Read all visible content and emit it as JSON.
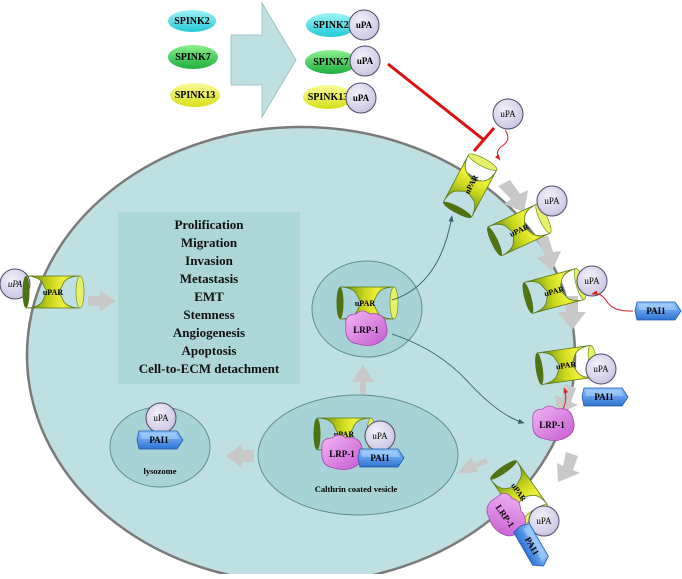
{
  "top_row": {
    "spink_free": [
      "SPINK2",
      "SPINK7",
      "SPINK13"
    ],
    "spink_bound": [
      {
        "spink": "SPINK2",
        "partner": "uPA"
      },
      {
        "spink": "SPINK7",
        "partner": "uPA"
      },
      {
        "spink": "SPINK13",
        "partner": "uPA"
      }
    ]
  },
  "labels": {
    "upa": "uPA",
    "upar": "uPAR",
    "lrp1": "LRP-1",
    "pai1": "PAI1"
  },
  "effects": [
    "Prolification",
    "Migration",
    "Invasion",
    "Metastasis",
    "EMT",
    "Stemness",
    "Angiogenesis",
    "Apoptosis",
    "Cell-to-ECM detachment"
  ],
  "compartments": {
    "lysozome": "lysozome",
    "vesicle": "Calthrin coated vesicle"
  },
  "colors": {
    "cell": "#bfe0e2",
    "vesicle": "#a7d3d6",
    "upar_yellow": "#e8e820",
    "upar_green": "#6fa81e",
    "upa_fill": "#dcd6ee",
    "lrp_pink": "#e27ae6",
    "pai_blue": "#4a8fe0",
    "inhibit_red": "#e00000",
    "spink2": "#4fe0ea",
    "spink7": "#33cc55",
    "spink13": "#e6ee2a"
  }
}
